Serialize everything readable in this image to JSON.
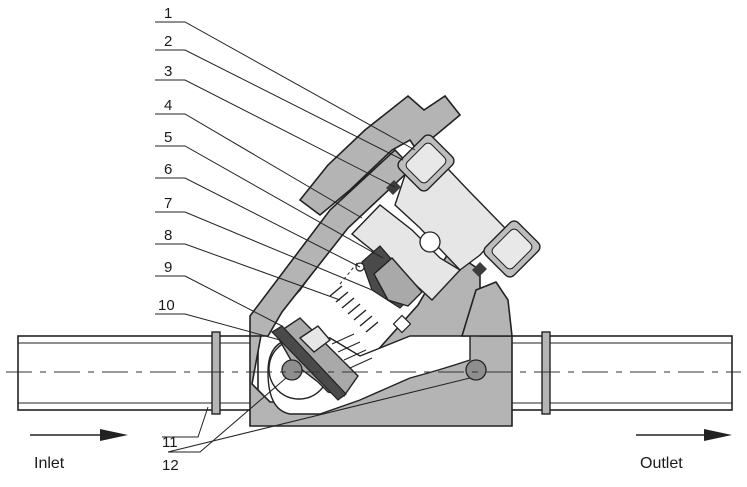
{
  "callouts": [
    "1",
    "2",
    "3",
    "4",
    "5",
    "6",
    "7",
    "8",
    "9",
    "10",
    "11",
    "12"
  ],
  "flow": {
    "inlet": "Inlet",
    "outlet": "Outlet"
  },
  "colors": {
    "body": "#b4b4b4",
    "light_part": "#e6e6e6",
    "dark_part": "#4a4a4a",
    "line": "#222222"
  }
}
